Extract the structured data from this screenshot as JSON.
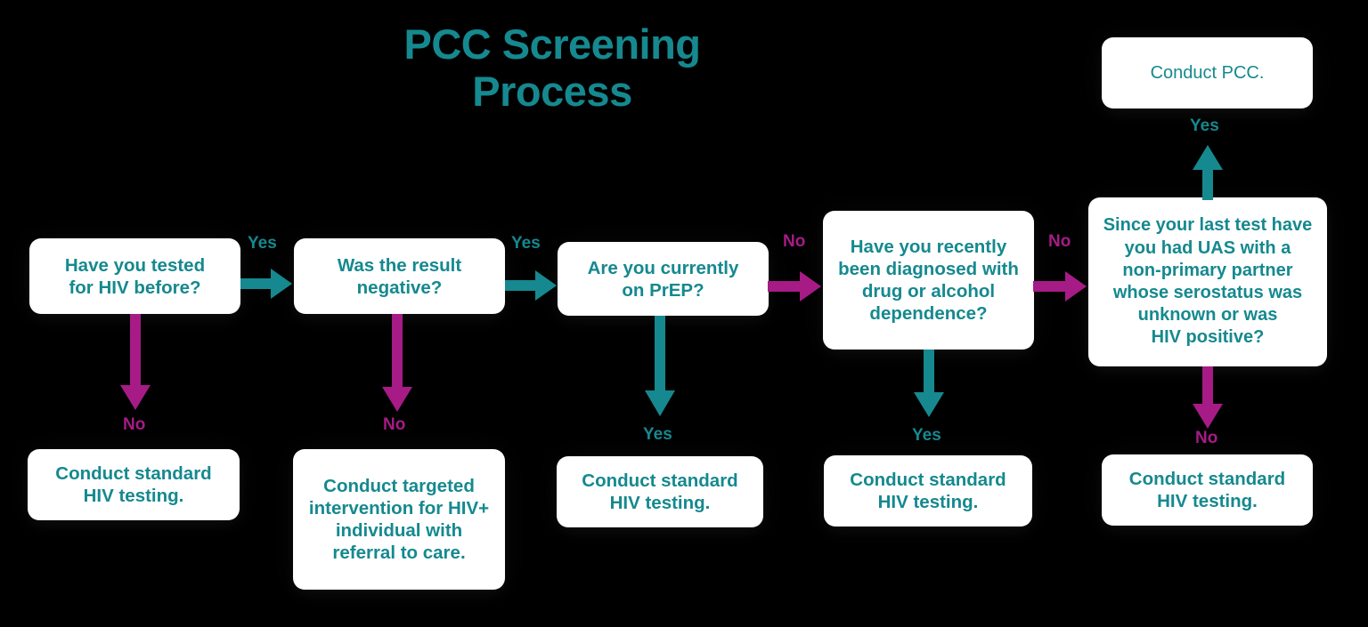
{
  "title": "PCC Screening\nProcess",
  "colors": {
    "background": "#000000",
    "teal": "#15898f",
    "magenta": "#a61b86",
    "box_fill": "#ffffff"
  },
  "nodes": {
    "q1": "Have you tested\nfor HIV before?",
    "q2": "Was the result\nnegative?",
    "q3": "Are you currently\non PrEP?",
    "q4": "Have you recently\nbeen diagnosed with\ndrug or alcohol\ndependence?",
    "q5": "Since your last test have\nyou had UAS with a\nnon-primary partner\nwhose serostatus was\nunknown or was\nHIV positive?",
    "pcc": "Conduct PCC.",
    "t1": "Conduct standard\nHIV testing.",
    "t2": "Conduct targeted\nintervention for HIV+\nindividual with\nreferral to care.",
    "t3": "Conduct standard\nHIV testing.",
    "t4": "Conduct standard\nHIV testing.",
    "t5": "Conduct standard\nHIV testing."
  },
  "edges": {
    "q1_to_q2": "Yes",
    "q1_to_t1": "No",
    "q2_to_q3": "Yes",
    "q2_to_t2": "No",
    "q3_to_q4": "No",
    "q3_to_t3": "Yes",
    "q4_to_q5": "No",
    "q4_to_t4": "Yes",
    "q5_to_pcc": "Yes",
    "q5_to_t5": "No"
  },
  "chart_data": {
    "type": "flowchart",
    "title": "PCC Screening Process",
    "orientation": "left-to-right decision chain with downward terminal branches",
    "nodes": [
      {
        "id": "q1",
        "kind": "decision",
        "text": "Have you tested for HIV before?"
      },
      {
        "id": "q2",
        "kind": "decision",
        "text": "Was the result negative?"
      },
      {
        "id": "q3",
        "kind": "decision",
        "text": "Are you currently on PrEP?"
      },
      {
        "id": "q4",
        "kind": "decision",
        "text": "Have you recently been diagnosed with drug or alcohol dependence?"
      },
      {
        "id": "q5",
        "kind": "decision",
        "text": "Since your last test have you had UAS with a non-primary partner whose serostatus was unknown or was HIV positive?"
      },
      {
        "id": "pcc",
        "kind": "terminal",
        "text": "Conduct PCC."
      },
      {
        "id": "t1",
        "kind": "terminal",
        "text": "Conduct standard HIV testing."
      },
      {
        "id": "t2",
        "kind": "terminal",
        "text": "Conduct targeted intervention for HIV+ individual with referral to care."
      },
      {
        "id": "t3",
        "kind": "terminal",
        "text": "Conduct standard HIV testing."
      },
      {
        "id": "t4",
        "kind": "terminal",
        "text": "Conduct standard HIV testing."
      },
      {
        "id": "t5",
        "kind": "terminal",
        "text": "Conduct standard HIV testing."
      }
    ],
    "edges": [
      {
        "from": "q1",
        "to": "q2",
        "label": "Yes",
        "color": "#15898f",
        "direction": "right"
      },
      {
        "from": "q1",
        "to": "t1",
        "label": "No",
        "color": "#a61b86",
        "direction": "down"
      },
      {
        "from": "q2",
        "to": "q3",
        "label": "Yes",
        "color": "#15898f",
        "direction": "right"
      },
      {
        "from": "q2",
        "to": "t2",
        "label": "No",
        "color": "#a61b86",
        "direction": "down"
      },
      {
        "from": "q3",
        "to": "q4",
        "label": "No",
        "color": "#a61b86",
        "direction": "right"
      },
      {
        "from": "q3",
        "to": "t3",
        "label": "Yes",
        "color": "#15898f",
        "direction": "down"
      },
      {
        "from": "q4",
        "to": "q5",
        "label": "No",
        "color": "#a61b86",
        "direction": "right"
      },
      {
        "from": "q4",
        "to": "t4",
        "label": "Yes",
        "color": "#15898f",
        "direction": "down"
      },
      {
        "from": "q5",
        "to": "pcc",
        "label": "Yes",
        "color": "#15898f",
        "direction": "up"
      },
      {
        "from": "q5",
        "to": "t5",
        "label": "No",
        "color": "#a61b86",
        "direction": "down"
      }
    ]
  }
}
